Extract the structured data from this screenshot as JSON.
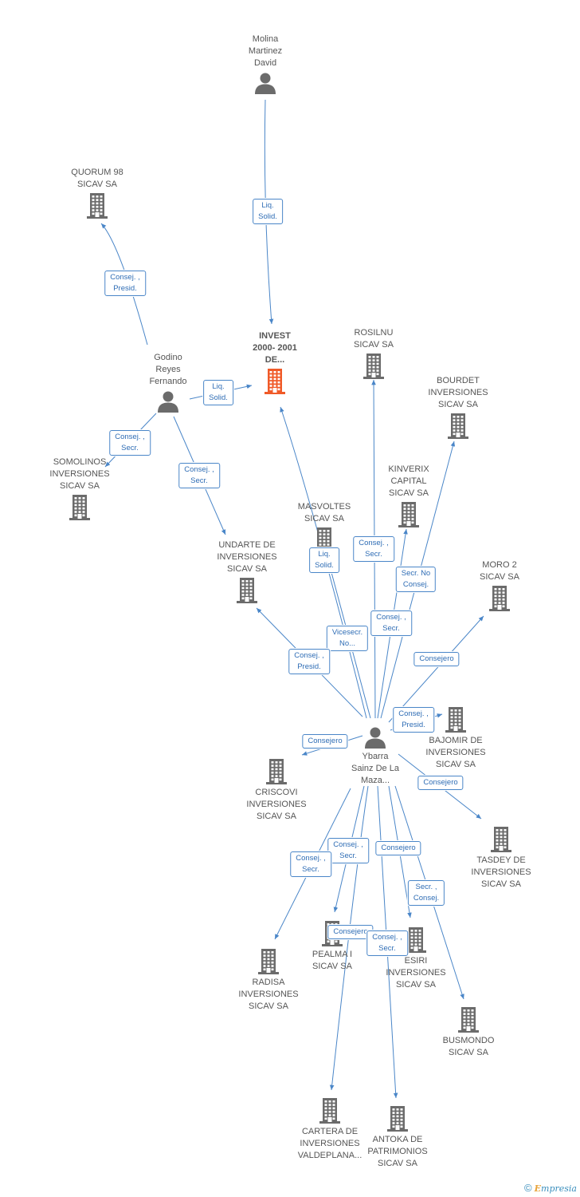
{
  "colors": {
    "edge": "#4a86c8",
    "node_icon": "#6b6b6b",
    "focus_icon": "#f05a28",
    "label_text": "#555555",
    "edge_label_text": "#2f6db5"
  },
  "nodes": {
    "molina": {
      "label": "Molina\nMartinez\nDavid",
      "icon": "person-icon"
    },
    "quorum": {
      "label": "QUORUM 98\nSICAV SA",
      "icon": "building-icon"
    },
    "invest": {
      "label": "INVEST\n2000- 2001\nDE...",
      "icon": "building-icon",
      "focus": true
    },
    "godino": {
      "label": "Godino\nReyes\nFernando",
      "icon": "person-icon"
    },
    "rosilnu": {
      "label": "ROSILNU\nSICAV SA",
      "icon": "building-icon"
    },
    "bourdet": {
      "label": "BOURDET\nINVERSIONES\nSICAV SA",
      "icon": "building-icon"
    },
    "somolinos": {
      "label": "SOMOLINOS\nINVERSIONES\nSICAV SA",
      "icon": "building-icon"
    },
    "kinverix": {
      "label": "KINVERIX\nCAPITAL\nSICAV SA",
      "icon": "building-icon"
    },
    "masvoltes": {
      "label": "MASVOLTES\nSICAV SA",
      "icon": "building-icon"
    },
    "undarte": {
      "label": "UNDARTE DE\nINVERSIONES\nSICAV SA",
      "icon": "building-icon"
    },
    "moro2": {
      "label": "MORO 2\nSICAV SA",
      "icon": "building-icon"
    },
    "bajomir": {
      "label": "BAJOMIR DE\nINVERSIONES\nSICAV SA",
      "icon": "building-icon"
    },
    "ybarra": {
      "label": "Ybarra\nSainz De La\nMaza...",
      "icon": "person-icon"
    },
    "criscovi": {
      "label": "CRISCOVI\nINVERSIONES\nSICAV SA",
      "icon": "building-icon"
    },
    "tasdey": {
      "label": "TASDEY DE\nINVERSIONES\nSICAV SA",
      "icon": "building-icon"
    },
    "pealma": {
      "label": "PEALMA I\nSICAV SA",
      "icon": "building-icon"
    },
    "esiri": {
      "label": "ESIRI\nINVERSIONES\nSICAV SA",
      "icon": "building-icon"
    },
    "radisa": {
      "label": "RADISA\nINVERSIONES\nSICAV SA",
      "icon": "building-icon"
    },
    "busmondo": {
      "label": "BUSMONDO\nSICAV SA",
      "icon": "building-icon"
    },
    "cartera": {
      "label": "CARTERA DE\nINVERSIONES\nVALDEPLANA...",
      "icon": "building-icon"
    },
    "antoka": {
      "label": "ANTOKA DE\nPATRIMONIOS\nSICAV SA",
      "icon": "building-icon"
    }
  },
  "edges": [
    {
      "from": "molina",
      "to": "invest",
      "label": "Liq.\nSolid."
    },
    {
      "from": "godino",
      "to": "quorum",
      "label": "Consej. ,\nPresid."
    },
    {
      "from": "godino",
      "to": "invest",
      "label": "Liq.\nSolid."
    },
    {
      "from": "godino",
      "to": "somolinos",
      "label": "Consej. ,\nSecr."
    },
    {
      "from": "godino",
      "to": "undarte",
      "label": "Consej. ,\nSecr."
    },
    {
      "from": "ybarra",
      "to": "invest",
      "label": "Liq.\nSolid."
    },
    {
      "from": "ybarra",
      "to": "rosilnu",
      "label": "Consej. ,\nSecr."
    },
    {
      "from": "ybarra",
      "to": "bourdet",
      "label": "Secr.  No\nConsej."
    },
    {
      "from": "ybarra",
      "to": "kinverix",
      "label": "Consej. ,\nSecr."
    },
    {
      "from": "ybarra",
      "to": "masvoltes",
      "label": "Vicesecr.\nNo..."
    },
    {
      "from": "ybarra",
      "to": "undarte",
      "label": "Consej. ,\nPresid."
    },
    {
      "from": "ybarra",
      "to": "moro2",
      "label": "Consejero"
    },
    {
      "from": "ybarra",
      "to": "bajomir",
      "label": "Consej. ,\nPresid."
    },
    {
      "from": "ybarra",
      "to": "criscovi",
      "label": "Consejero"
    },
    {
      "from": "ybarra",
      "to": "tasdey",
      "label": "Consejero"
    },
    {
      "from": "ybarra",
      "to": "pealma",
      "label": "Consej. ,\nSecr."
    },
    {
      "from": "ybarra",
      "to": "esiri",
      "label": "Consejero"
    },
    {
      "from": "ybarra",
      "to": "radisa",
      "label": "Consej. ,\nSecr."
    },
    {
      "from": "ybarra",
      "to": "busmondo",
      "label": "Secr. ,\nConsej."
    },
    {
      "from": "ybarra",
      "to": "cartera",
      "label": "Consejero"
    },
    {
      "from": "ybarra",
      "to": "antoka",
      "label": "Consej. ,\nSecr."
    }
  ],
  "footer": {
    "copyright": "©",
    "brand_e": "E",
    "brand_rest": "mpresia"
  }
}
